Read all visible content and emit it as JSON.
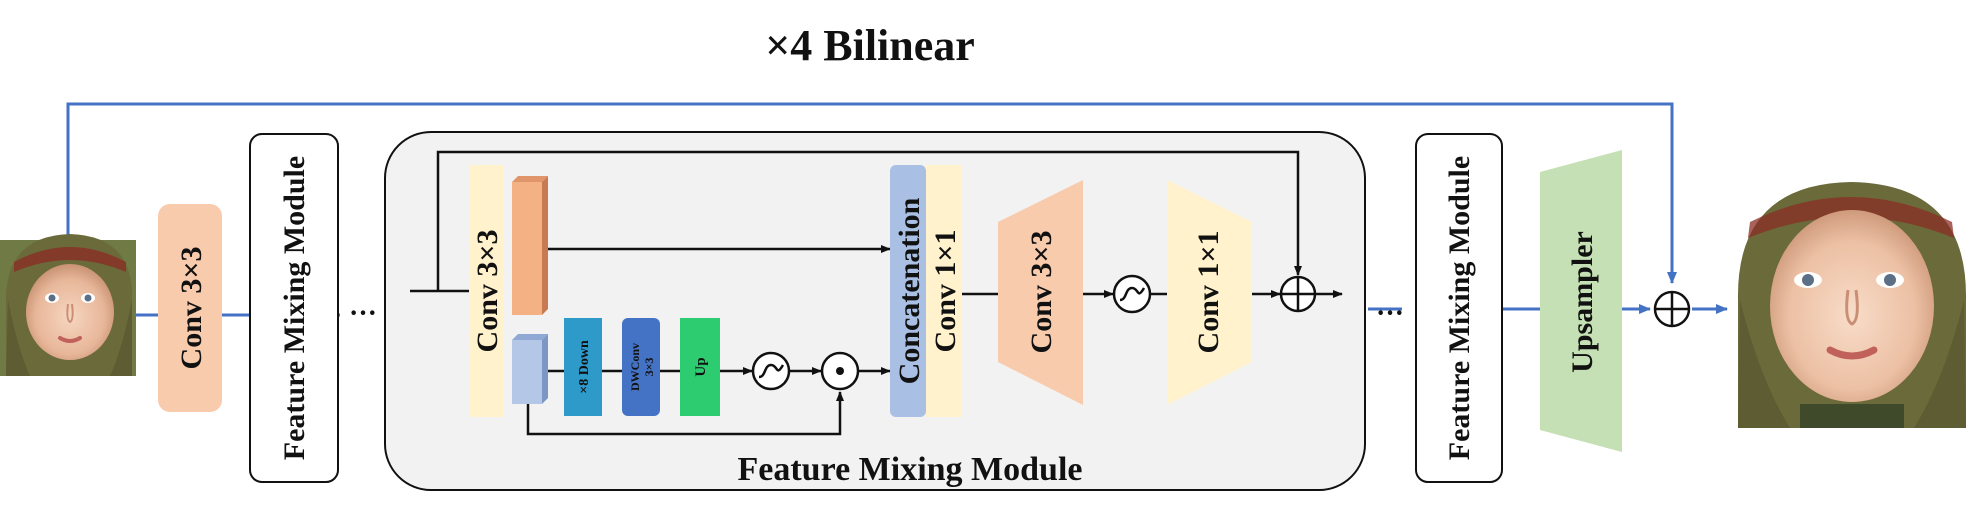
{
  "top_label": "×4 Bilinear",
  "left_conv": "Conv 3×3",
  "fmm_small_left": "Feature Mixing Module",
  "fmm_small_right": "Feature Mixing Module",
  "ellipsis": "···",
  "module": {
    "title": "Feature Mixing Module",
    "conv_in": "Conv 3×3",
    "down": "×8 Down",
    "dwconv_line1": "DWConv",
    "dwconv_line2": "3×3",
    "up": "Up",
    "concat": "Concatenation",
    "conv_1x1_a": "Conv 1×1",
    "conv_3x3": "Conv 3×3",
    "conv_1x1_b": "Conv 1×1"
  },
  "upsampler": "Upsampler",
  "colors": {
    "skip_line": "#4472c4",
    "conv_orange": "#f8cbad",
    "conv_yellow": "#fff2cc",
    "feature_orange": "#f4b183",
    "feature_blue": "#b4c7e7",
    "down_teal": "#2e9ac9",
    "dwconv_blue": "#4472c4",
    "up_green": "#2ecc71",
    "concat_blue": "#a9bfe3",
    "upsampler_green": "#c5e0b4",
    "module_bg": "#f2f2f2"
  }
}
